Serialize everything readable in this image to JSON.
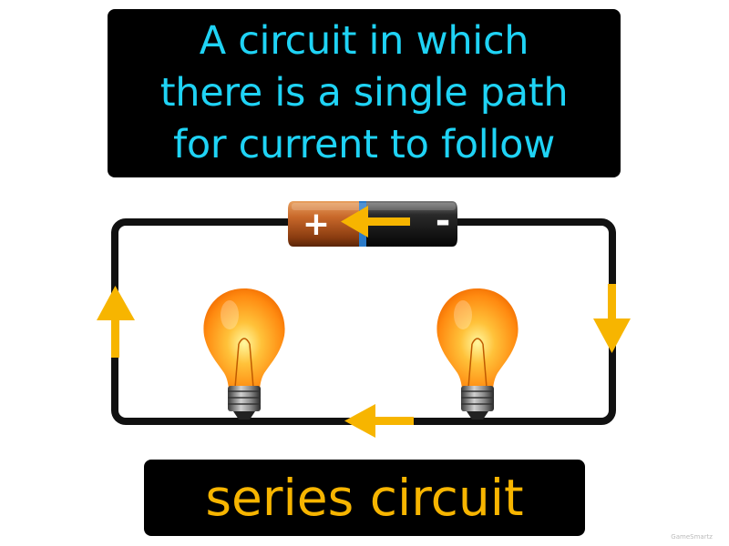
{
  "definition": {
    "lines": [
      "A circuit in which",
      "there is a single path",
      "for current to follow"
    ]
  },
  "term": "series circuit",
  "battery": {
    "positive_symbol": "+",
    "negative_symbol": "-"
  },
  "credit": "GameSmartz",
  "colors": {
    "definition_text": "#1fd3f5",
    "term_text": "#f7b500",
    "arrow": "#f7b500",
    "wire": "#111111",
    "box_background": "#000000",
    "battery_copper": "#b5551d",
    "battery_black": "#111111",
    "bulb_glow": "#ff9a1a"
  }
}
